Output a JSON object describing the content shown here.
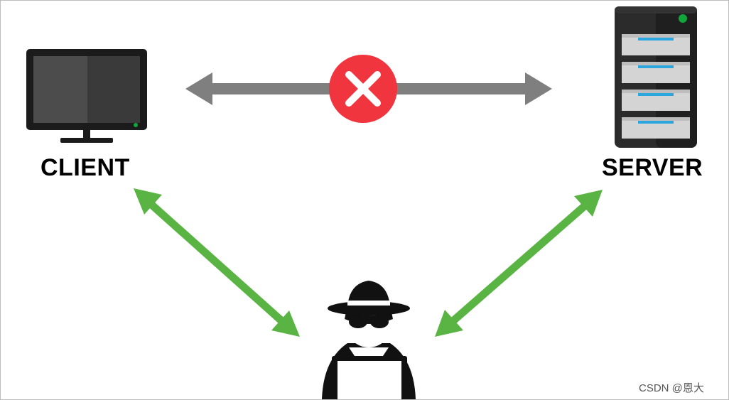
{
  "nodes": {
    "client_label": "CLIENT",
    "server_label": "SERVER"
  },
  "watermark": "CSDN @恩大",
  "colors": {
    "direct_link_arrow": "#7f7f7f",
    "intercept_arrows": "#5ab443",
    "blocked_badge": "#f0353f",
    "device_dark": "#222222",
    "screen": "#4a4a4a",
    "server_drive": "#d4d4d4",
    "server_led": "#2ba6de",
    "power_led": "#10a63c"
  },
  "icons": {
    "client": "monitor-icon",
    "server": "server-rack-icon",
    "blocked": "x-mark-icon",
    "attacker": "hacker-with-laptop-icon"
  }
}
